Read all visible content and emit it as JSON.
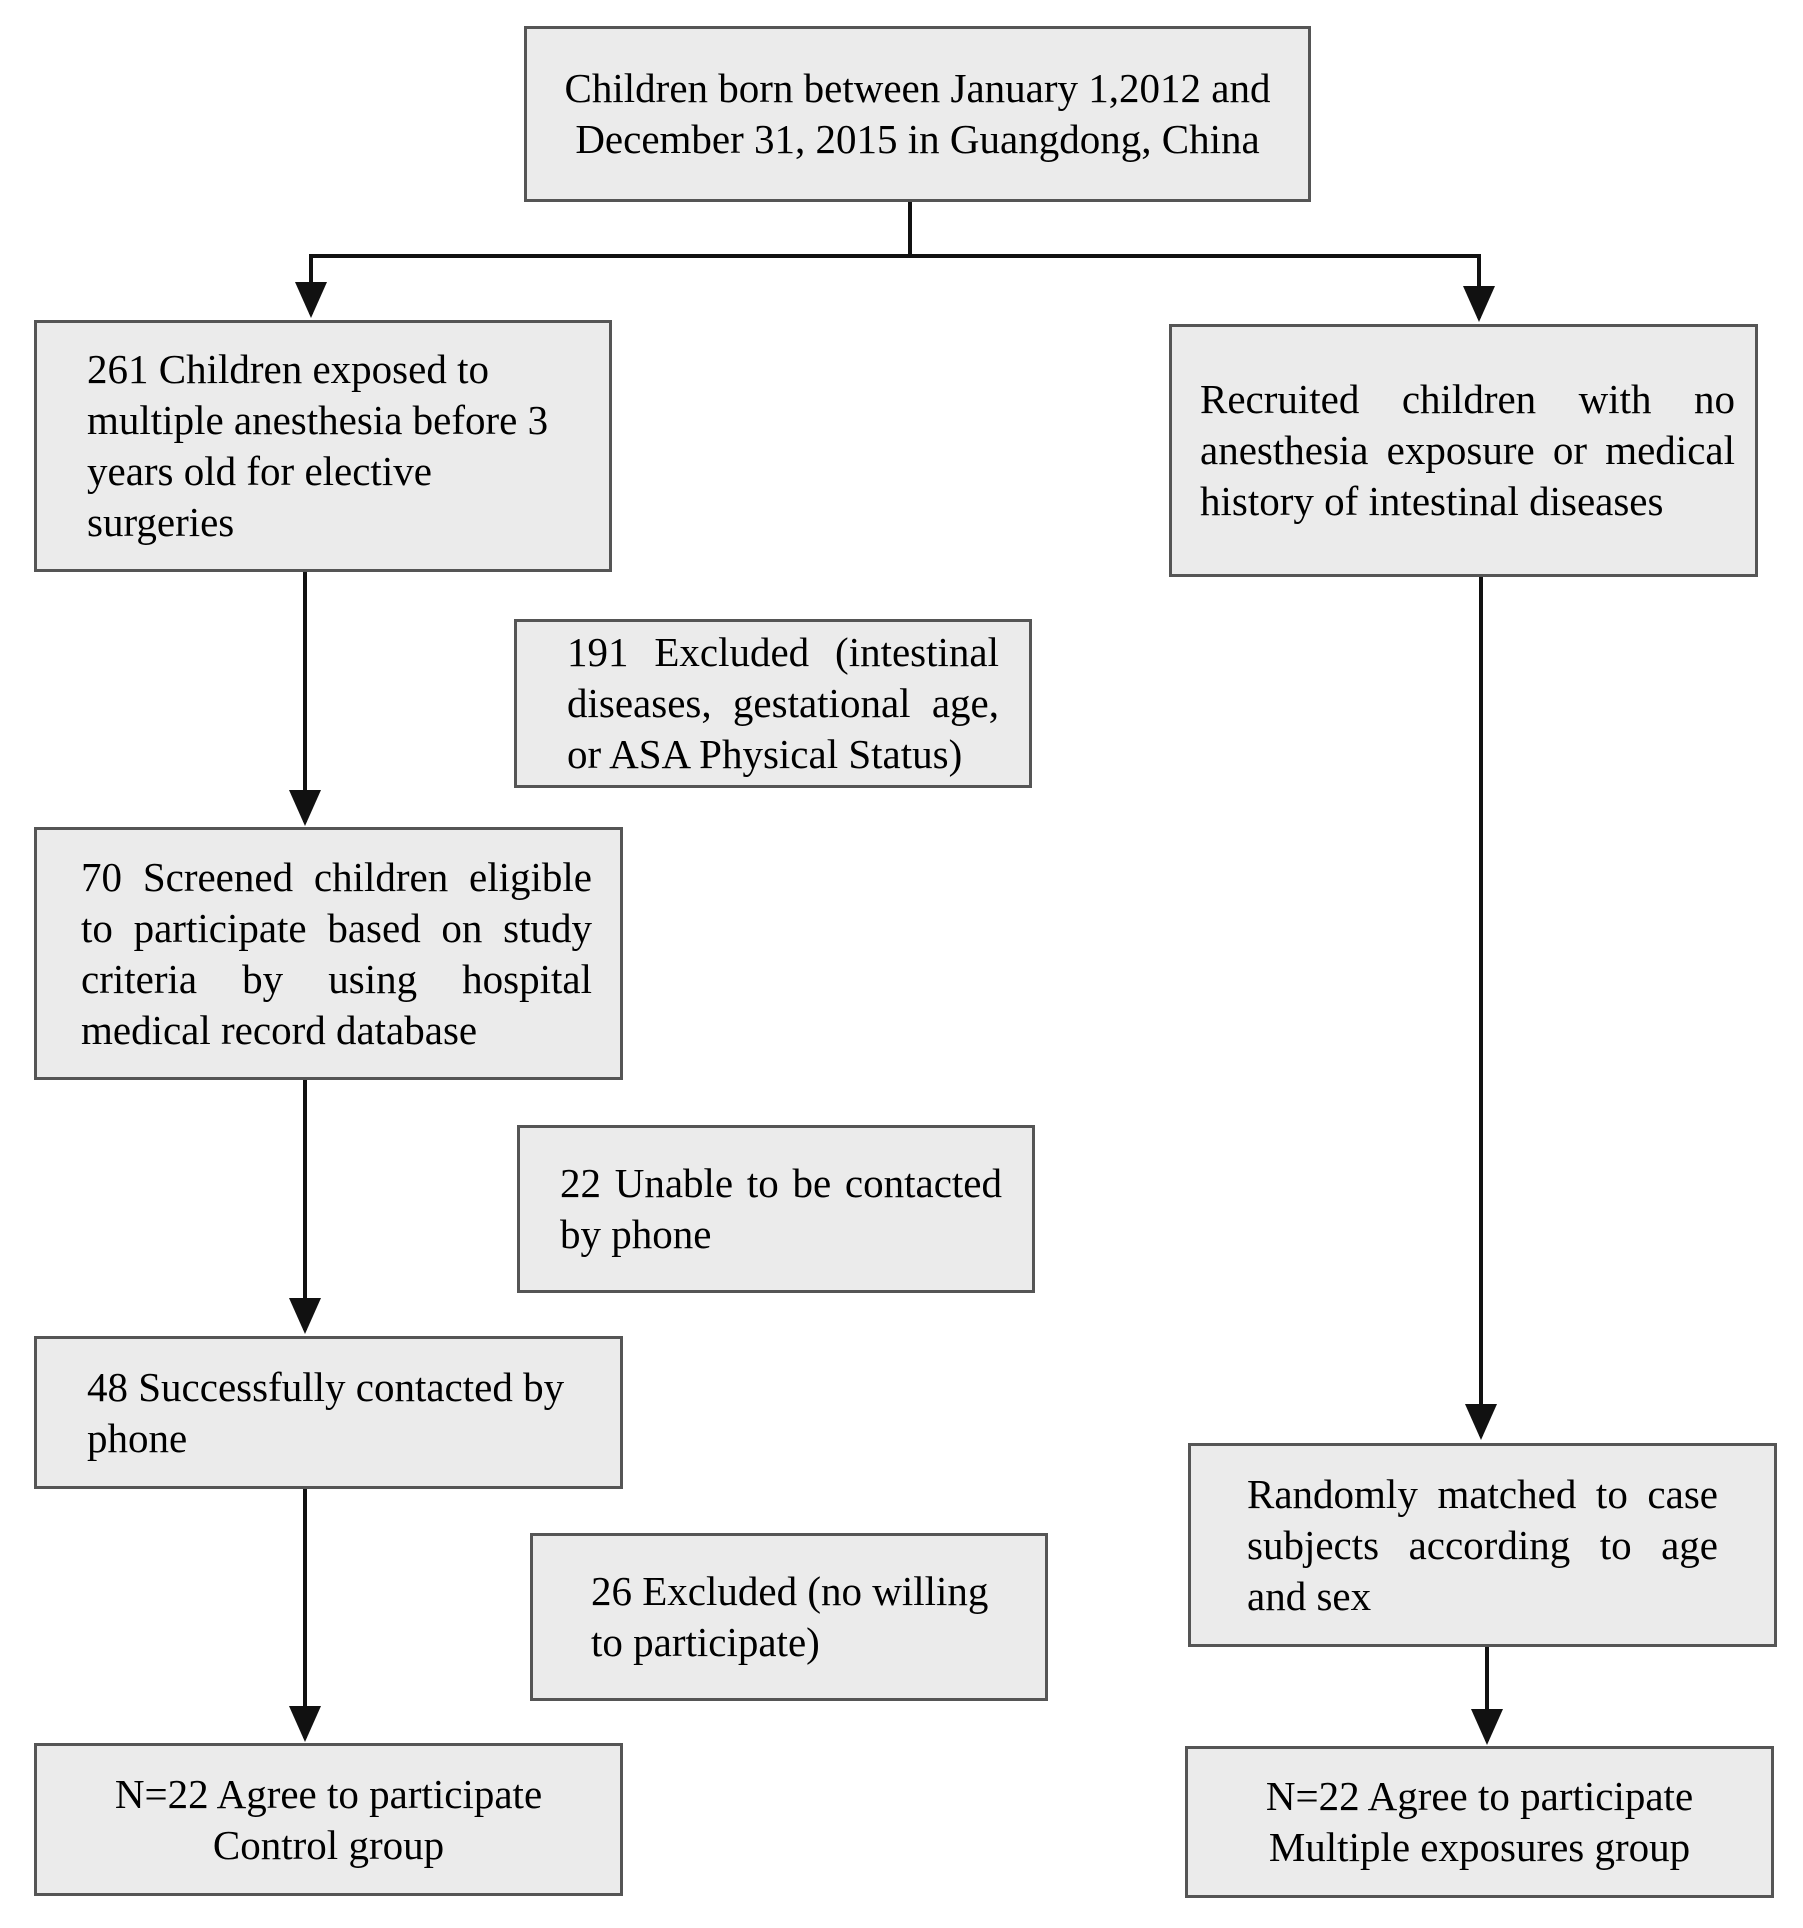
{
  "flowchart": {
    "top": {
      "text": "Children born between January 1,2012 and\nDecember 31, 2015 in Guangdong, China"
    },
    "case_arm": {
      "exposed": "261 Children exposed to multiple anesthesia before 3 years old for elective surgeries",
      "excluded_1": "191 Excluded (intestinal diseases, gestational age, or ASA Physical Status)",
      "screened": "70 Screened children eligible to participate based on study criteria by using hospital medical record database",
      "excluded_2": "22 Unable to be contacted by phone",
      "contacted": "48 Successfully contacted by phone",
      "excluded_3": "26 Excluded (no willing to participate)",
      "final": "N=22 Agree to participate\nControl group"
    },
    "control_arm": {
      "recruited": "Recruited children with no anesthesia exposure or medical history of intestinal diseases",
      "matched": "Randomly matched to case subjects according to age and sex",
      "final": "N=22 Agree to participate\nMultiple exposures group"
    }
  },
  "colors": {
    "box_fill": "#ebebeb",
    "box_border": "#555555",
    "line": "#111111"
  }
}
